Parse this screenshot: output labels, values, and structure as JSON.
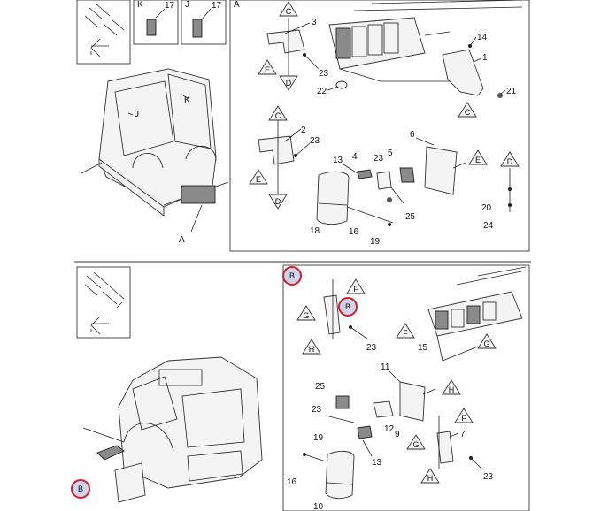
{
  "top_panel": {
    "left_labels": {
      "view_a": "A",
      "view_k": "K",
      "view_j": "J",
      "detail_box": "A"
    },
    "cab_labels": {
      "k": "K",
      "j": "J",
      "a": "A"
    },
    "insets": {
      "k_part": "17",
      "j_part": "17"
    },
    "triangles": [
      "C",
      "E",
      "D",
      "C",
      "E",
      "D",
      "E",
      "D",
      "C"
    ],
    "part_numbers": [
      "3",
      "23",
      "22",
      "14",
      "1",
      "21",
      "2",
      "23",
      "6",
      "13",
      "4",
      "23",
      "5",
      "25",
      "18",
      "16",
      "19",
      "20",
      "24"
    ]
  },
  "bottom_panel": {
    "circled_markers": [
      "B",
      "B",
      "B"
    ],
    "triangles": [
      "F",
      "G",
      "H",
      "F",
      "G",
      "H",
      "F",
      "G",
      "H"
    ],
    "part_numbers": [
      "23",
      "15",
      "11",
      "25",
      "23",
      "9",
      "19",
      "12",
      "13",
      "16",
      "7",
      "23",
      "10"
    ]
  },
  "colors": {
    "line": "#222222",
    "marker_ring": "#d0202a",
    "marker_fill": "#cfd4ea"
  }
}
